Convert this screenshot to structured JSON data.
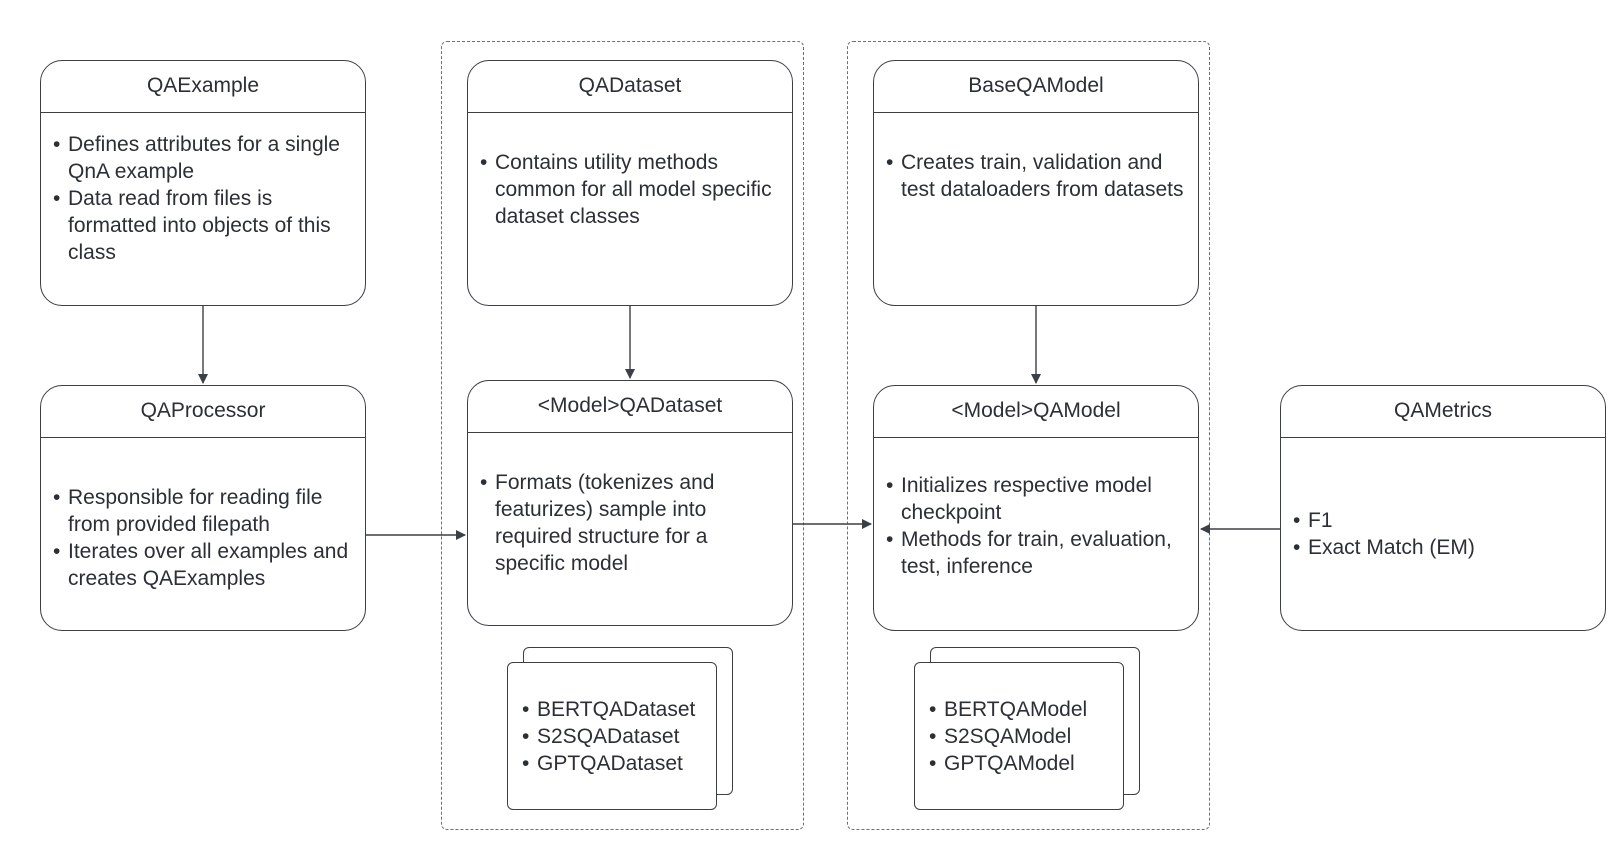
{
  "diagram": {
    "qa_example": {
      "title": "QAExample",
      "bullets": [
        "Defines attributes for a single QnA example",
        "Data read from files is formatted into objects of this class"
      ]
    },
    "qa_processor": {
      "title": "QAProcessor",
      "bullets": [
        "Responsible for reading file from provided filepath",
        "Iterates over all examples and creates QAExamples"
      ]
    },
    "qa_dataset": {
      "title": "QADataset",
      "bullets": [
        "Contains utility methods common for all model specific dataset classes"
      ]
    },
    "model_qa_dataset": {
      "title": "<Model>QADataset",
      "bullets": [
        "Formats (tokenizes and featurizes) sample into required structure for a specific model"
      ]
    },
    "dataset_variants": [
      "BERTQADataset",
      "S2SQADataset",
      "GPTQADataset"
    ],
    "base_qa_model": {
      "title": "BaseQAModel",
      "bullets": [
        "Creates train, validation and test dataloaders from datasets"
      ]
    },
    "model_qa_model": {
      "title": "<Model>QAModel",
      "bullets": [
        "Initializes respective model checkpoint",
        "Methods for train, evaluation, test, inference"
      ]
    },
    "model_variants": [
      "BERTQAModel",
      "S2SQAModel",
      "GPTQAModel"
    ],
    "qa_metrics": {
      "title": "QAMetrics",
      "bullets": [
        "F1",
        "Exact Match (EM)"
      ]
    },
    "colors": {
      "stroke": "#3b3f46",
      "text": "#2b2f36",
      "dashed": "#6b6f76"
    }
  }
}
